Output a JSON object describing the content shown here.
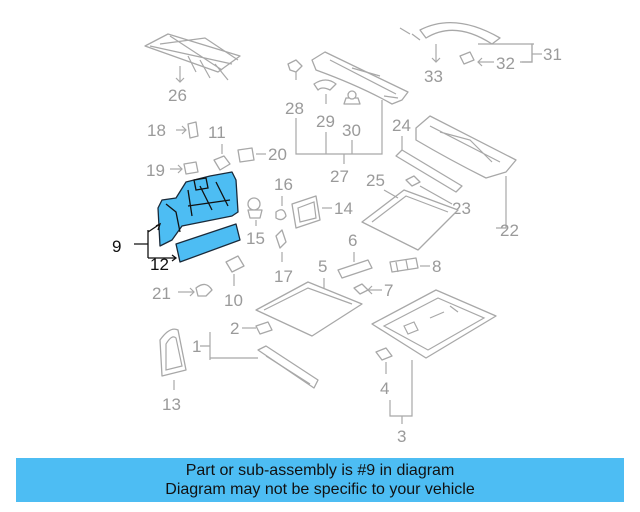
{
  "callouts": {
    "c1": "1",
    "c2": "2",
    "c3": "3",
    "c4": "4",
    "c5": "5",
    "c6": "6",
    "c7": "7",
    "c8": "8",
    "c9": "9",
    "c10": "10",
    "c11": "11",
    "c12": "12",
    "c13": "13",
    "c14": "14",
    "c15": "15",
    "c16": "16",
    "c17": "17",
    "c18": "18",
    "c19": "19",
    "c20": "20",
    "c21": "21",
    "c22": "22",
    "c23": "23",
    "c24": "24",
    "c25": "25",
    "c26": "26",
    "c27": "27",
    "c28": "28",
    "c29": "29",
    "c30": "30",
    "c31": "31",
    "c32": "32",
    "c33": "33"
  },
  "highlighted_part": "9",
  "colors": {
    "highlight_fill": "#4dbdf3",
    "banner_bg": "#4dbdf3",
    "part_stroke": "#a8a8a8",
    "label_gray": "#9a9a9a"
  },
  "banner": {
    "line1": "Part or sub-assembly is #9 in diagram",
    "line2": "Diagram may not be specific to your vehicle"
  }
}
